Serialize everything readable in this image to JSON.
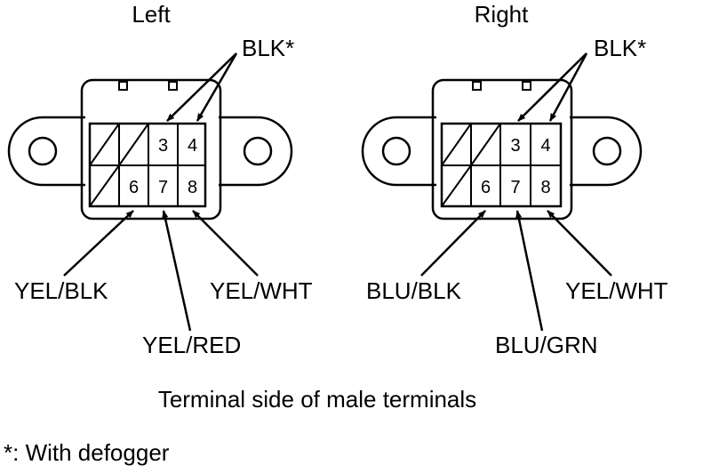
{
  "connectors": [
    {
      "title": "Left",
      "top_label": "BLK*",
      "pins": {
        "p3": "3",
        "p4": "4",
        "p6": "6",
        "p7": "7",
        "p8": "8"
      },
      "wires": {
        "pin6": "YEL/BLK",
        "pin7": "YEL/RED",
        "pin8": "YEL/WHT"
      }
    },
    {
      "title": "Right",
      "top_label": "BLK*",
      "pins": {
        "p3": "3",
        "p4": "4",
        "p6": "6",
        "p7": "7",
        "p8": "8"
      },
      "wires": {
        "pin6": "BLU/BLK",
        "pin7": "BLU/GRN",
        "pin8": "YEL/WHT"
      }
    }
  ],
  "caption": "Terminal side of male terminals",
  "footnote": "*: With defogger",
  "colors": {
    "line": "#000000",
    "background": "#ffffff"
  }
}
